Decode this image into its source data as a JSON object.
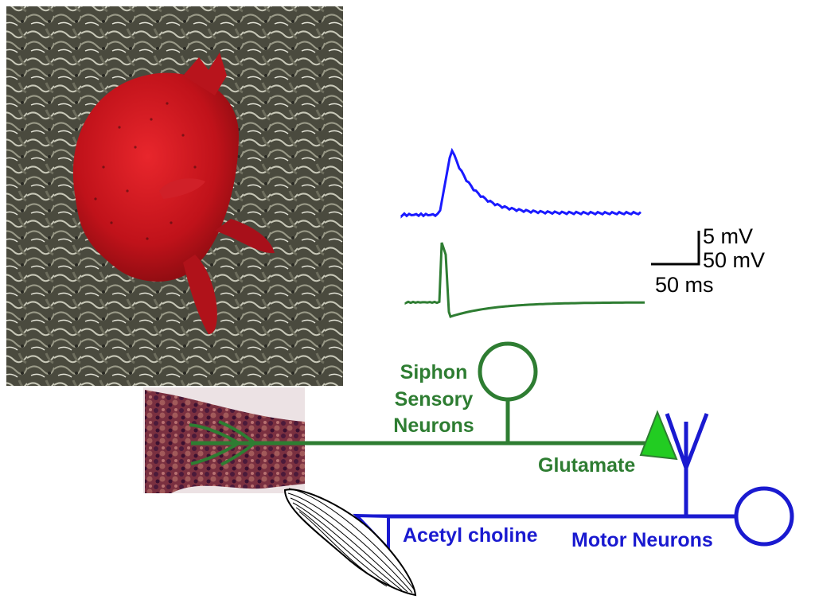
{
  "labels": {
    "sensory": [
      "Siphon",
      "Sensory",
      "Neurons"
    ],
    "glutamate": "Glutamate",
    "acetylcholine": "Acetyl choline",
    "motor": "Motor Neurons"
  },
  "scale_bar": {
    "v_top": "5 mV",
    "v_bottom": "50 mV",
    "time": "50 ms"
  },
  "colors": {
    "sensory": "#2e7d32",
    "motor": "#1a1ad0",
    "motor_trace": "#1a1aff",
    "sensory_trace": "#2e7d32",
    "glutamate_terminal": "#22cc22",
    "slug": "#c8101a"
  },
  "icons": {
    "photo": "aplysia-sea-hare-photo",
    "siphon": "siphon-tissue-patch",
    "muscle": "gill-muscle-icon"
  }
}
